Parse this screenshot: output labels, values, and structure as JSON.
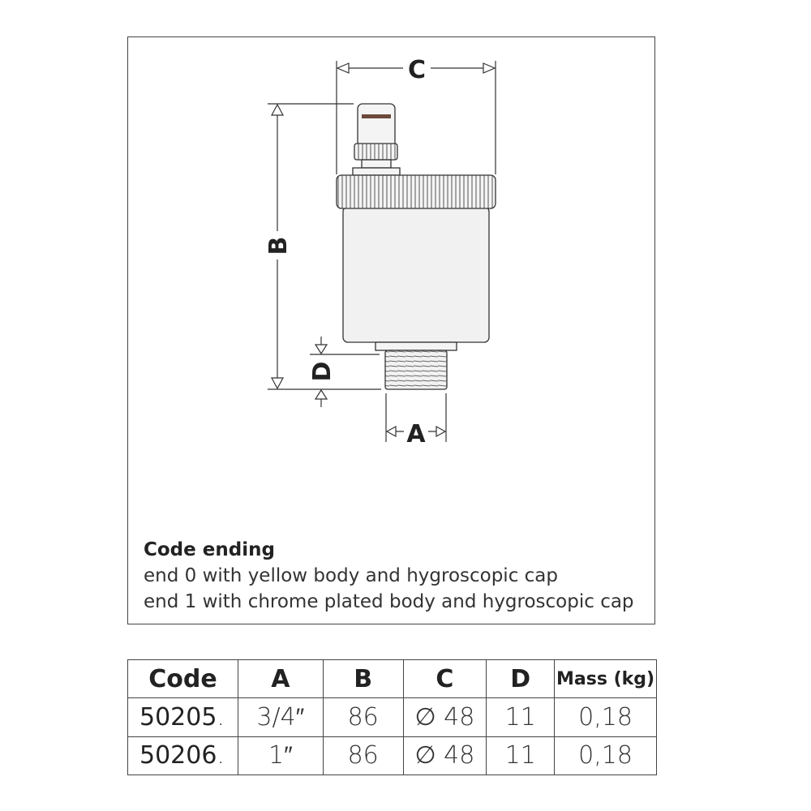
{
  "diagram": {
    "labels": {
      "a": "A",
      "b": "B",
      "c": "C",
      "d": "D"
    }
  },
  "notes": {
    "heading": "Code ending",
    "lines": [
      "end 0 with yellow body and hygroscopic cap",
      "end 1 with chrome plated body and hygroscopic cap"
    ]
  },
  "table": {
    "headers": [
      "Code",
      "A",
      "B",
      "C",
      "D",
      "Mass (kg)"
    ],
    "rows": [
      {
        "code_bold": "50205",
        "code_suffix": ".",
        "a": "3/4″",
        "b": "86",
        "c": "∅ 48",
        "d": "11",
        "mass": "0,18"
      },
      {
        "code_bold": "50206",
        "code_suffix": ".",
        "a": "1″",
        "b": "86",
        "c": "∅ 48",
        "d": "11",
        "mass": "0,18"
      }
    ]
  }
}
